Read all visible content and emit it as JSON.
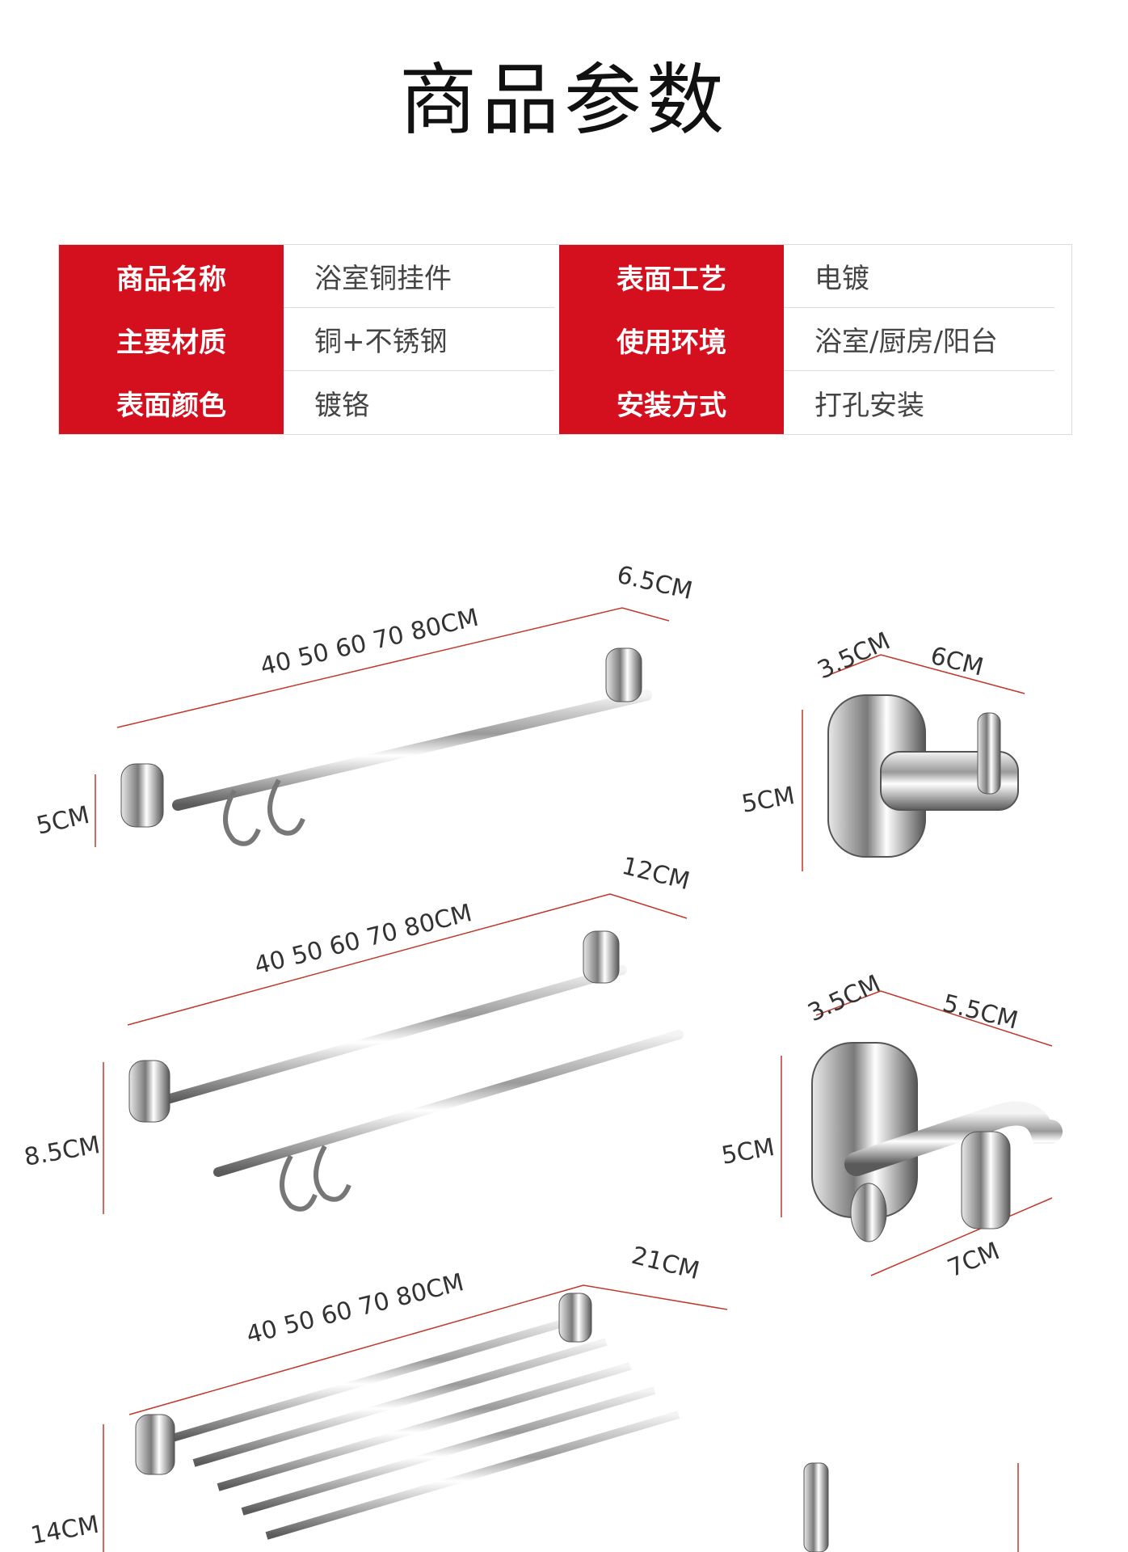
{
  "page": {
    "title": "商品参数"
  },
  "specs": [
    {
      "label": "商品名称",
      "value": "浴室铜挂件",
      "label2": "表面工艺",
      "value2": "电镀"
    },
    {
      "label": "主要材质",
      "value": "铜+不锈钢",
      "label2": "使用环境",
      "value2": "浴室/厨房/阳台"
    },
    {
      "label": "表面颜色",
      "value": "镀铬",
      "label2": "安装方式",
      "value2": "打孔安装"
    }
  ],
  "dimensions": {
    "single_bar": {
      "length": "40 50 60 70 80CM",
      "depth": "6.5CM",
      "height": "5CM"
    },
    "double_bar": {
      "length": "40 50 60 70 80CM",
      "depth": "12CM",
      "height": "8.5CM"
    },
    "shelf": {
      "length": "40 50 60 70 80CM",
      "depth": "21CM",
      "height": "14CM"
    },
    "single_hook": {
      "depth": "3.5CM",
      "width": "6CM",
      "height": "5CM"
    },
    "double_hook": {
      "depth": "3.5CM",
      "width": "5.5CM",
      "height": "5CM",
      "length": "7CM"
    }
  },
  "colors": {
    "accent": "#d4101f",
    "dimension_line": "#c0392b"
  }
}
